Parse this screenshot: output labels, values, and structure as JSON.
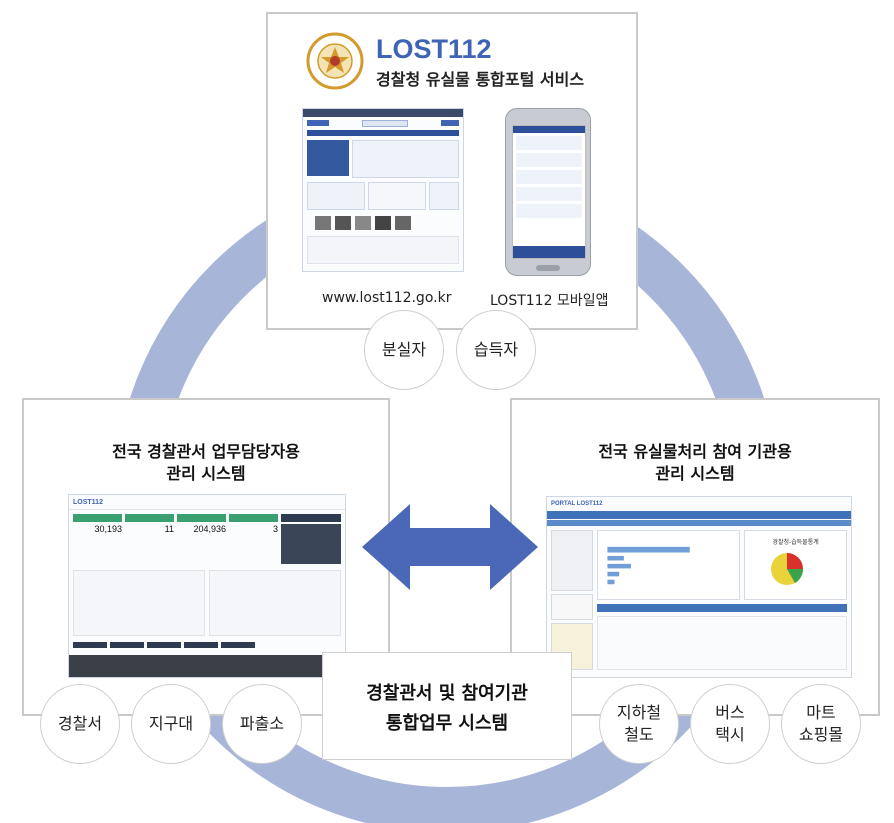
{
  "portal": {
    "brand": "LOST112",
    "subtitle": "경찰청 유실물 통합포털 서비스",
    "web_caption": "www.lost112.go.kr",
    "mobile_caption": "LOST112 모바일앱",
    "users": [
      "분실자",
      "습득자"
    ]
  },
  "police_system": {
    "title_line1": "전국 경찰관서 업무담당자용",
    "title_line2": "관리 시스템",
    "offices": [
      "경찰서",
      "지구대",
      "파출소"
    ],
    "screenshot": {
      "brand": "LOST112",
      "stats": [
        "30,193",
        "11",
        "204,936",
        "3"
      ]
    }
  },
  "agency_system": {
    "title_line1": "전국 유실물처리 참여 기관용",
    "title_line2": "관리 시스템",
    "partners": [
      "지하철\n철도",
      "버스\n택시",
      "마트\n쇼핑몰"
    ],
    "screenshot": {
      "brand": "PORTAL LOST112",
      "panel_title": "경찰청-습득물통계"
    }
  },
  "center": {
    "line1": "경찰관서 및 참여기관",
    "line2": "통합업무 시스템"
  },
  "colors": {
    "ring": "#a7b5d9",
    "arrow": "#4a67b8",
    "brand": "#3f63b5"
  }
}
